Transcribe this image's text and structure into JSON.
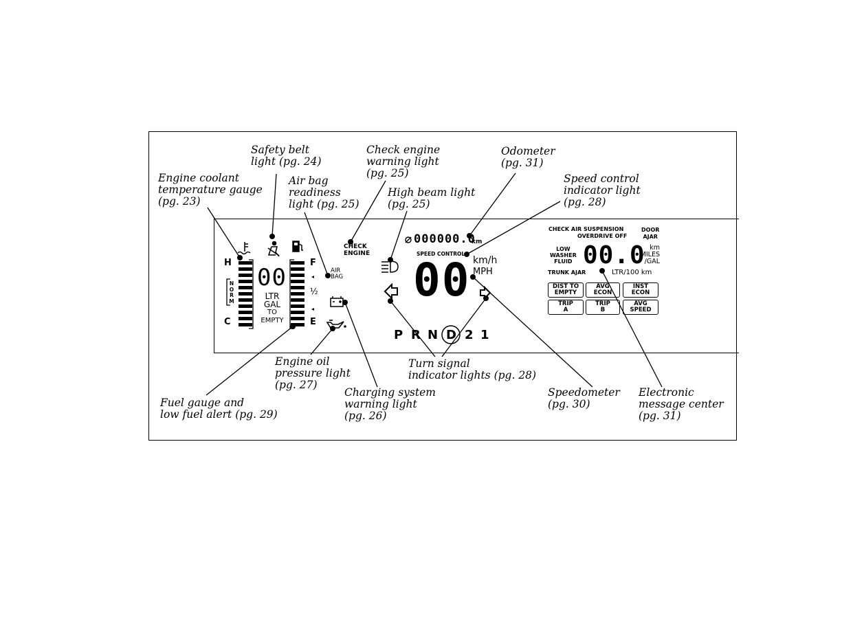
{
  "callouts": {
    "safety_belt": {
      "line1": "Safety belt",
      "line2": "light (pg. 24)"
    },
    "coolant": {
      "line1": "Engine coolant",
      "line2": "temperature gauge",
      "line3": "(pg. 23)"
    },
    "airbag": {
      "line1": "Air bag",
      "line2": "readiness",
      "line3": "light (pg. 25)"
    },
    "check_engine": {
      "line1": "Check engine",
      "line2": "warning light",
      "line3": "(pg. 25)"
    },
    "high_beam": {
      "line1": "High beam light",
      "line2": "(pg. 25)"
    },
    "odometer": {
      "line1": "Odometer",
      "line2": "(pg. 31)"
    },
    "speed_control": {
      "line1": "Speed control",
      "line2": "indicator light",
      "line3": "(pg. 28)"
    },
    "oil": {
      "line1": "Engine oil",
      "line2": "pressure light",
      "line3": "(pg. 27)"
    },
    "turn": {
      "line1": "Turn signal",
      "line2": "indicator lights (pg. 28)"
    },
    "fuel": {
      "line1": "Fuel gauge and",
      "line2": "low fuel alert (pg. 29)"
    },
    "charging": {
      "line1": "Charging system",
      "line2": "warning light",
      "line3": "(pg. 26)"
    },
    "speedometer": {
      "line1": "Speedometer",
      "line2": "(pg. 30)"
    },
    "message_center": {
      "line1": "Electronic",
      "line2": "message center",
      "line3": "(pg. 31)"
    }
  },
  "cluster": {
    "temp_h": "H",
    "temp_c": "C",
    "norm": [
      "N",
      "O",
      "R",
      "M"
    ],
    "digits_small": "00",
    "ltr": "LTR",
    "gal": "GAL",
    "to": "TO",
    "empty": "EMPTY",
    "fuel_f": "F",
    "fuel_half": "½",
    "fuel_e": "E",
    "check_line1": "CHECK",
    "check_line2": "ENGINE",
    "air_line1": "AIR",
    "air_line2": "BAG",
    "odometer_digits": "000000.0",
    "odometer_unit": "km",
    "speed_control": "SPEED CONTROL",
    "speed_digits": "00",
    "kmh": "km/h",
    "mph": "MPH",
    "gear": [
      "P",
      "R",
      "N",
      "D",
      "2",
      "1"
    ]
  },
  "message_center": {
    "check_air": "CHECK AIR SUSPENSION",
    "overdrive": "OVERDRIVE OFF",
    "door": "DOOR",
    "ajar": "AJAR",
    "low": "LOW",
    "washer": "WASHER",
    "fluid": "FLUID",
    "digits": "00.0",
    "km": "km",
    "miles": "MILES",
    "per_gal": "/GAL",
    "trunk": "TRUNK AJAR",
    "ltr100": "LTR/100 km",
    "buttons": [
      {
        "l1": "DIST TO",
        "l2": "EMPTY"
      },
      {
        "l1": "AVG",
        "l2": "ECON"
      },
      {
        "l1": "INST",
        "l2": "ECON"
      },
      {
        "l1": "TRIP",
        "l2": "A"
      },
      {
        "l1": "TRIP",
        "l2": "B"
      },
      {
        "l1": "AVG",
        "l2": "SPEED"
      }
    ]
  }
}
